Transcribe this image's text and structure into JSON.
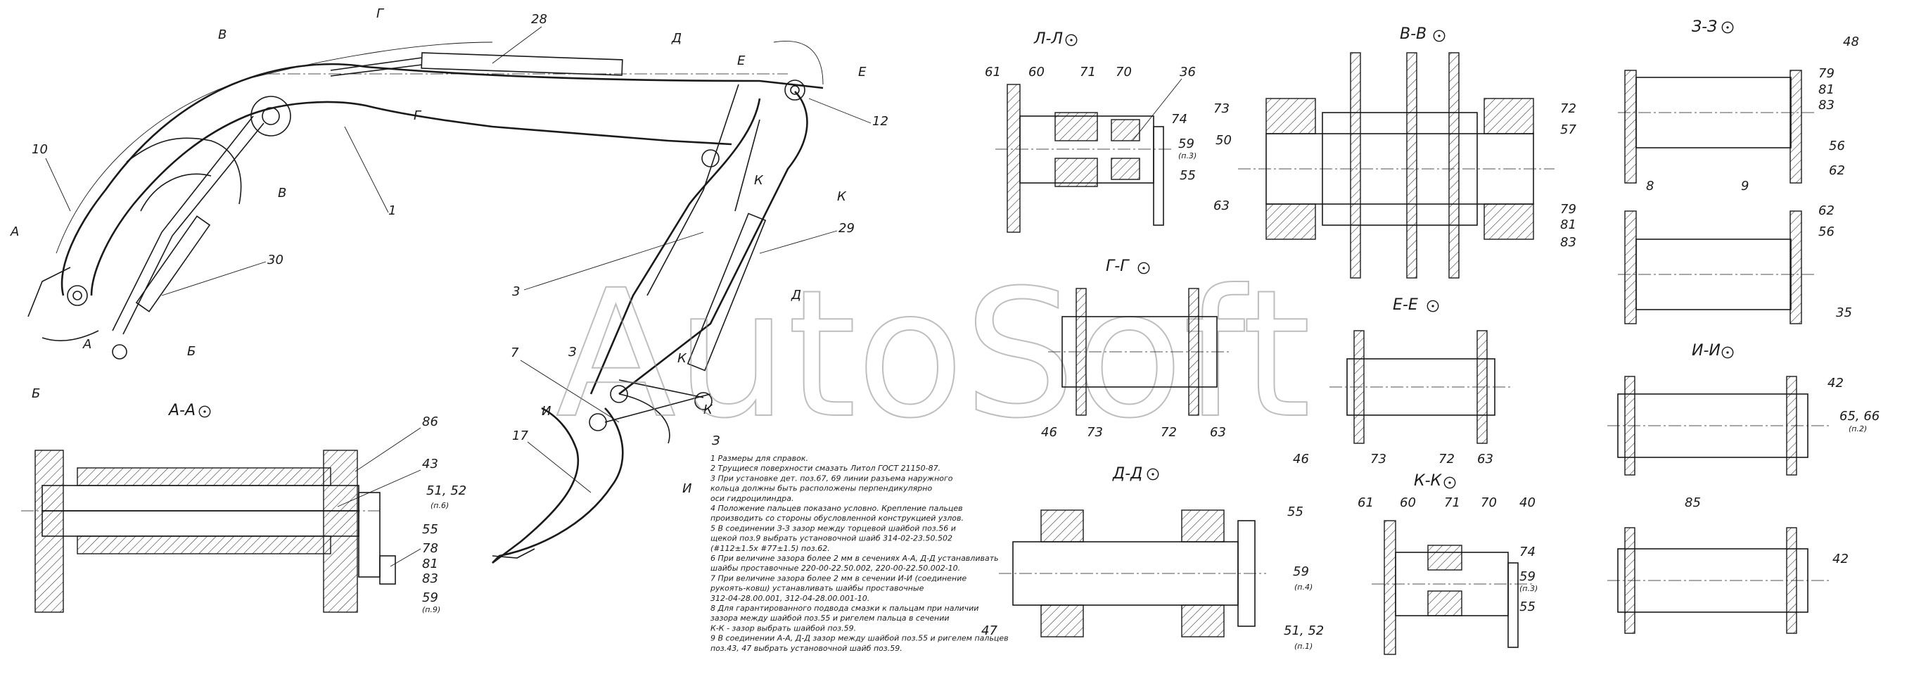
{
  "watermark": "AutoSoft",
  "labels": {
    "p28": "28",
    "p1": "1",
    "p10": "10",
    "p30": "30",
    "p12": "12",
    "p29": "29",
    "p3": "3",
    "p7": "7",
    "p17": "17",
    "mB": "В",
    "mG": "Г",
    "mD": "Д",
    "mE": "Е",
    "mK": "К",
    "mA": "А",
    "mB2": "Б",
    "mZ": "З",
    "mI": "И",
    "a86": "86",
    "a43": "43",
    "a5152": "51, 52",
    "a_p6": "(п.6)",
    "a55": "55",
    "a78": "78",
    "a81": "81",
    "a83": "83",
    "a59": "59",
    "a_p9": "(п.9)",
    "l61": "61",
    "l60": "60",
    "l71": "71",
    "l70": "70",
    "l36": "36",
    "l74": "74",
    "l59": "59",
    "l_p3": "(п.3)",
    "l55": "55",
    "b73": "73",
    "b50": "50",
    "b63": "63",
    "b72": "72",
    "b57": "57",
    "b79": "79",
    "b81": "81",
    "b83": "83",
    "z48": "48",
    "z79": "79",
    "z81": "81",
    "z83": "83",
    "z56": "56",
    "z62": "62",
    "z8": "8",
    "z9": "9",
    "z62b": "62",
    "z56b": "56",
    "z35": "35",
    "g46": "46",
    "g73": "73",
    "g72": "72",
    "g63": "63",
    "e46": "46",
    "e73": "73",
    "e72": "72",
    "e63": "63",
    "i42": "42",
    "i6566": "65, 66",
    "i_p2": "(п.2)",
    "i85": "85",
    "i42b": "42",
    "d55": "55",
    "d59": "59",
    "d_p4": "(п.4)",
    "d47": "47",
    "d5152": "51, 52",
    "d_p1": "(п.1)",
    "k61": "61",
    "k60": "60",
    "k71": "71",
    "k70": "70",
    "k40": "40",
    "k74": "74",
    "k59": "59",
    "k_p3": "(п.3)",
    "k55": "55"
  },
  "sections": {
    "aa": "А-А",
    "ll": "Л-Л",
    "vv": "В-В",
    "zz": "З-З",
    "gg": "Г-Г",
    "ee": "Е-Е",
    "ii": "И-И",
    "dd": "Д-Д",
    "kk": "К-К"
  },
  "notes": [
    "1 Размеры для справок.",
    "2 Трущиеся поверхности смазать Литол ГОСТ 21150-87.",
    "3 При установке дет. поз.67, 69 линии разъема наружного",
    "   кольца должны быть расположены перпендикулярно",
    "   оси гидроцилиндра.",
    "4 Положение пальцев показано условно. Крепление пальцев",
    "   производить со стороны обусловленной конструкцией узлов.",
    "5 В соединении З-З зазор между торцевой шайбой поз.56 и",
    "   щекой поз.9 выбрать установочной шайб 314-02-23.50.502",
    "   (#112±1.5х #77±1.5) поз.62.",
    "6 При величине зазора более 2 мм в сечениях А-А, Д-Д устанавливать",
    "   шайбы проставочные 220-00-22.50.002, 220-00-22.50.002-10.",
    "7 При величине зазора более 2 мм в сечении И-И (соединение",
    "   рукоять-ковш) устанавливать шайбы проставочные",
    "   312-04-28.00.001, 312-04-28.00.001-10.",
    "8 Для гарантированного подвода смазки к пальцам при наличии",
    "   зазора между шайбой поз.55 и ригелем пальца в сечении",
    "   К-К - зазор выбрать шайбой поз.59.",
    "9 В соединении А-А, Д-Д зазор между шайбой поз.55 и ригелем пальцев",
    "   поз.43, 47 выбрать установочной шайб поз.59."
  ]
}
